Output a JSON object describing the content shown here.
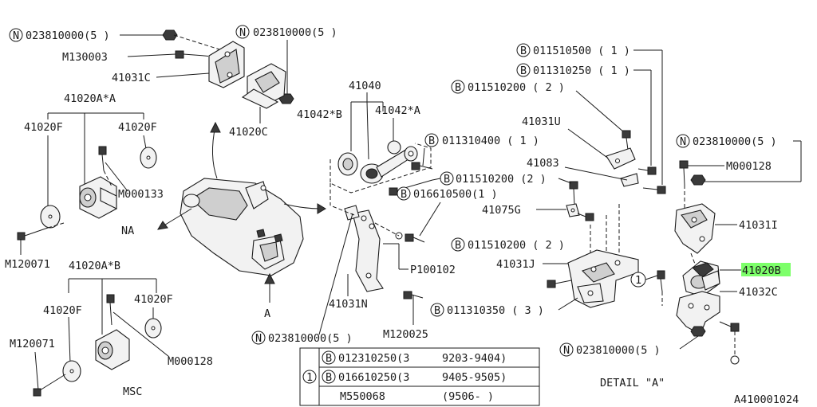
{
  "diagram_id": "A410001024",
  "callouts": {
    "n_023810000_5_a": "023810000(5 )",
    "m130003": "M130003",
    "p41031c": "41031C",
    "n_023810000_5_b": "023810000(5 )",
    "p41020c": "41020C",
    "p41040": "41040",
    "p41042b": "41042*B",
    "p41042a": "41042*A",
    "b_011310400_1": "011310400 ( 1 )",
    "b_011510200_2_a": "011510200 (2 )",
    "b_016610500_1": "016610500(1 )",
    "p100102": "P100102",
    "p41031n": "41031N",
    "m120025": "M120025",
    "n_023810000_5_c": "023810000(5 )",
    "p41020a_a": "41020A*A",
    "p41020f_1": "41020F",
    "p41020f_2": "41020F",
    "m000133": "M000133",
    "na": "NA",
    "m120071_1": "M120071",
    "p41020a_b": "41020A*B",
    "p41020f_3": "41020F",
    "p41020f_4": "41020F",
    "m120071_2": "M120071",
    "m000128_1": "M000128",
    "msc": "MSC",
    "label_a": "A",
    "b_011510500_1": "011510500 ( 1 )",
    "b_011310250_1": "011310250 ( 1 )",
    "b_011510200_2_b": "011510200 ( 2 )",
    "p41031u": "41031U",
    "n_023810000_5_d": "023810000(5 )",
    "m000128_2": "M000128",
    "p41083": "41083",
    "p41075g": "41075G",
    "p41031i": "41031I",
    "b_011510200_2_c": "011510200 ( 2 )",
    "p41031j": "41031J",
    "p41020b": "41020B",
    "circle_1": "1",
    "p41032c": "41032C",
    "b_011310350_3": "011310350 ( 3 )",
    "n_023810000_5_e": "023810000(5 )",
    "detail_a": "DETAIL \"A\""
  },
  "symbols": {
    "n": "N",
    "b": "B"
  },
  "table": {
    "ref": "1",
    "rows": [
      {
        "prefix": "B",
        "part": "012310250(3",
        "range": "9203-9404)"
      },
      {
        "prefix": "B",
        "part": "016610250(3",
        "range": "9405-9505)"
      },
      {
        "prefix": "",
        "part": "M550068",
        "range": "(9506-    )"
      }
    ]
  },
  "highlight_color": "#7dff6a"
}
